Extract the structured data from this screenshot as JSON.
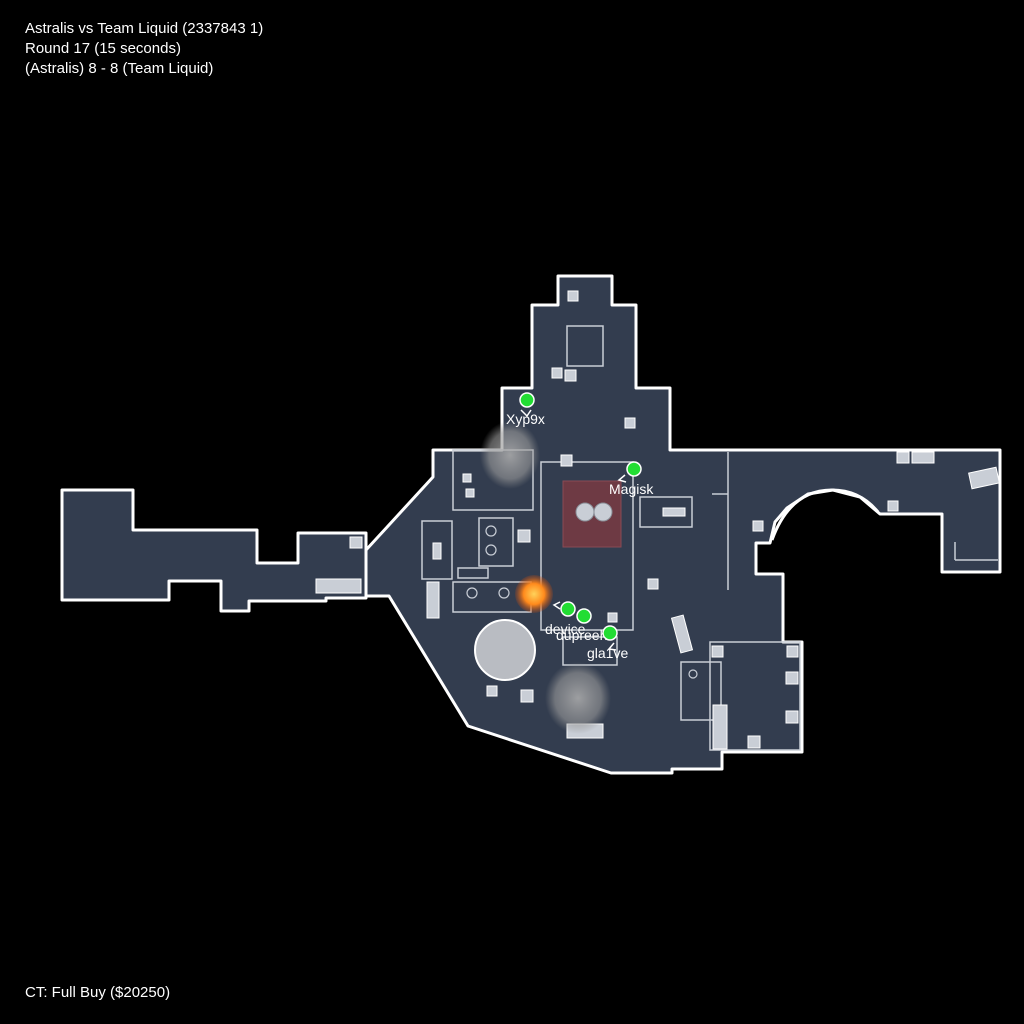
{
  "match": {
    "title": "Astralis vs Team Liquid (2337843 1)",
    "round_line": "Round 17 (15 seconds)",
    "score_line": "(Astralis) 8 - 8 (Team Liquid)"
  },
  "economy": {
    "ct_line": "CT: Full Buy ($20250)"
  },
  "players": [
    {
      "name": "Xyp9x",
      "team": "CT"
    },
    {
      "name": "Magisk",
      "team": "CT"
    },
    {
      "name": "device",
      "team": "CT"
    },
    {
      "name": "dupreeh",
      "team": "CT"
    },
    {
      "name": "gla1ve",
      "team": "CT"
    }
  ],
  "colors": {
    "background": "#000000",
    "map_floor": "#333d4f",
    "map_outline": "#ffffff",
    "ct_player": "#22dd33",
    "bombsite": "#6e3a44",
    "smoke": "#9a9a9a",
    "molotov": "#ff8a1c"
  },
  "map_icons": [
    "smoke-grenade-icon",
    "smoke-grenade-icon",
    "molotov-fire-icon"
  ]
}
